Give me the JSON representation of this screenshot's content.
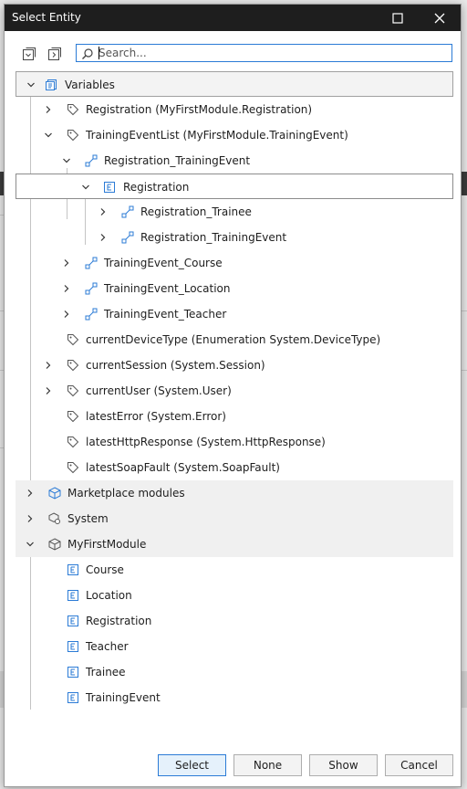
{
  "dialog": {
    "title": "Select Entity"
  },
  "search": {
    "placeholder": "Search...",
    "value": ""
  },
  "tree": {
    "variables_label": "Variables",
    "registration_label": "Registration",
    "registration_type": "(MyFirstModule.Registration)",
    "trainingeventlist_label": "TrainingEventList",
    "trainingeventlist_type": "(MyFirstModule.TrainingEvent)",
    "assoc_registration_trainingevent": "Registration_TrainingEvent",
    "registration_entity": "Registration",
    "registration_trainee": "Registration_Trainee",
    "registration_trainingevent_child": "Registration_TrainingEvent",
    "trainingevent_course": "TrainingEvent_Course",
    "trainingevent_location": "TrainingEvent_Location",
    "trainingevent_teacher": "TrainingEvent_Teacher",
    "currentdevicetype_label": "currentDeviceType",
    "currentdevicetype_type": "(Enumeration System.DeviceType)",
    "currentsession_label": "currentSession",
    "currentsession_type": "(System.Session)",
    "currentuser_label": "currentUser",
    "currentuser_type": "(System.User)",
    "latesterror_label": "latestError",
    "latesterror_type": "(System.Error)",
    "latesthttpresponse_label": "latestHttpResponse",
    "latesthttpresponse_type": "(System.HttpResponse)",
    "latestsoapfault_label": "latestSoapFault",
    "latestsoapfault_type": "(System.SoapFault)",
    "marketplace_label": "Marketplace modules",
    "system_label": "System",
    "myfirstmodule_label": "MyFirstModule",
    "entities": [
      "Course",
      "Location",
      "Registration",
      "Teacher",
      "Trainee",
      "TrainingEvent"
    ]
  },
  "footer": {
    "select": "Select",
    "none": "None",
    "show": "Show",
    "cancel": "Cancel"
  },
  "colors": {
    "accent": "#2b7bd6",
    "titlebar": "#1e1e1e"
  }
}
